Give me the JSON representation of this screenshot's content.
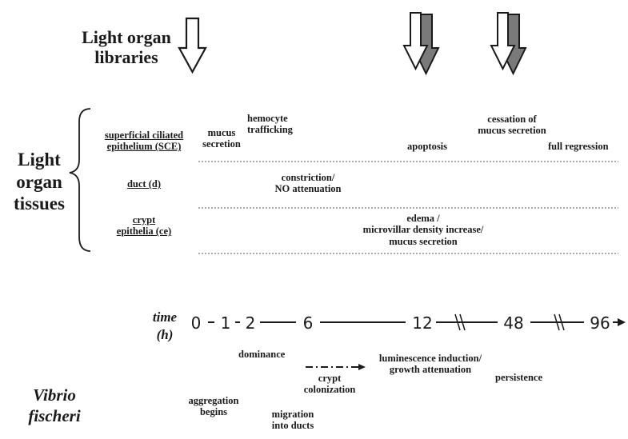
{
  "libraries": {
    "title_line1": "Light organ",
    "title_line2": "libraries"
  },
  "tissues": {
    "title_line1": "Light",
    "title_line2": "organ",
    "title_line3": "tissues",
    "rows": [
      {
        "label_line1": "superficial ciliated",
        "label_line2": "epithelium (SCE)"
      },
      {
        "label_line1": "duct (d)",
        "label_line2": ""
      },
      {
        "label_line1": "crypt",
        "label_line2": "epithelia (ce)"
      }
    ]
  },
  "events": {
    "mucus_secretion": [
      "mucus",
      "secretion"
    ],
    "hemocyte_trafficking": [
      "hemocyte",
      "trafficking"
    ],
    "apoptosis": "apoptosis",
    "cessation": [
      "cessation of",
      "mucus secretion"
    ],
    "full_regression": "full regression",
    "constriction": [
      "constriction/",
      "NO attenuation"
    ],
    "edema": [
      "edema /",
      "microvillar density increase/",
      "mucus secretion"
    ]
  },
  "timeline": {
    "label_line1": "time",
    "label_line2": "(h)",
    "ticks": [
      "0",
      "1",
      "2",
      "6",
      "12",
      "48",
      "96"
    ]
  },
  "vibrio": {
    "title_line1": "Vibrio",
    "title_line2": "fischeri",
    "aggregation": [
      "aggregation",
      "begins"
    ],
    "dominance": "dominance",
    "migration": [
      "migration",
      "into ducts"
    ],
    "crypt_colonization": [
      "crypt",
      "colonization"
    ],
    "luminescence": [
      "luminescence induction/",
      "growth attenuation"
    ],
    "persistence": "persistence"
  },
  "colors": {
    "ink": "#1a1a1a",
    "arrow_gray": "#7a7a7a",
    "arrow_white": "#ffffff",
    "divider": "#555555"
  }
}
